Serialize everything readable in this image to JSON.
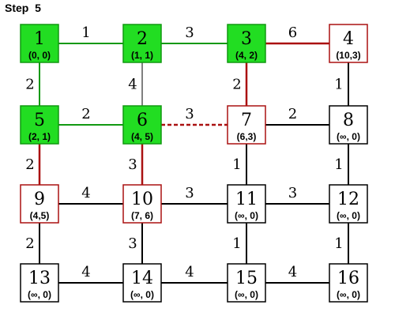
{
  "header": {
    "step_label": "Step  5"
  },
  "colors": {
    "visited_fill": "#22dd22",
    "visited_edge": "#119911",
    "frontier_border": "#aa1111",
    "tree_edge": "#119911",
    "frontier_edge": "#aa1111",
    "normal_edge": "#000000",
    "default_border": "#000000",
    "default_fill": "#ffffff"
  },
  "nodes": [
    {
      "id": "1",
      "label": "(0, 0)",
      "state": "visited"
    },
    {
      "id": "2",
      "label": "(1, 1)",
      "state": "visited"
    },
    {
      "id": "3",
      "label": "(4, 2)",
      "state": "visited"
    },
    {
      "id": "4",
      "label": "(10,3)",
      "state": "frontier"
    },
    {
      "id": "5",
      "label": "(2, 1)",
      "state": "visited"
    },
    {
      "id": "6",
      "label": "(4, 5)",
      "state": "visited"
    },
    {
      "id": "7",
      "label": "(6,3)",
      "state": "frontier"
    },
    {
      "id": "8",
      "label": "(∞, 0)",
      "state": "unvisited"
    },
    {
      "id": "9",
      "label": "(4,5)",
      "state": "frontier"
    },
    {
      "id": "10",
      "label": "(7, 6)",
      "state": "frontier"
    },
    {
      "id": "11",
      "label": "(∞, 0)",
      "state": "unvisited"
    },
    {
      "id": "12",
      "label": "(∞, 0)",
      "state": "unvisited"
    },
    {
      "id": "13",
      "label": "(∞, 0)",
      "state": "unvisited"
    },
    {
      "id": "14",
      "label": "(∞, 0)",
      "state": "unvisited"
    },
    {
      "id": "15",
      "label": "(∞, 0)",
      "state": "unvisited"
    },
    {
      "id": "16",
      "label": "(∞, 0)",
      "state": "unvisited"
    }
  ],
  "edges": [
    {
      "from": "1",
      "to": "2",
      "weight": "1",
      "style": "tree"
    },
    {
      "from": "2",
      "to": "3",
      "weight": "3",
      "style": "tree"
    },
    {
      "from": "3",
      "to": "4",
      "weight": "6",
      "style": "frontier"
    },
    {
      "from": "1",
      "to": "5",
      "weight": "2",
      "style": "tree"
    },
    {
      "from": "2",
      "to": "6",
      "weight": "4",
      "style": "plain"
    },
    {
      "from": "3",
      "to": "7",
      "weight": "2",
      "style": "frontier"
    },
    {
      "from": "4",
      "to": "8",
      "weight": "1",
      "style": "normal"
    },
    {
      "from": "5",
      "to": "6",
      "weight": "2",
      "style": "tree"
    },
    {
      "from": "6",
      "to": "7",
      "weight": "3",
      "style": "dashed"
    },
    {
      "from": "7",
      "to": "8",
      "weight": "2",
      "style": "normal"
    },
    {
      "from": "5",
      "to": "9",
      "weight": "2",
      "style": "frontier"
    },
    {
      "from": "6",
      "to": "10",
      "weight": "3",
      "style": "frontier"
    },
    {
      "from": "7",
      "to": "11",
      "weight": "1",
      "style": "normal"
    },
    {
      "from": "8",
      "to": "12",
      "weight": "1",
      "style": "normal"
    },
    {
      "from": "9",
      "to": "10",
      "weight": "4",
      "style": "normal"
    },
    {
      "from": "10",
      "to": "11",
      "weight": "3",
      "style": "normal"
    },
    {
      "from": "11",
      "to": "12",
      "weight": "3",
      "style": "normal"
    },
    {
      "from": "9",
      "to": "13",
      "weight": "2",
      "style": "normal"
    },
    {
      "from": "10",
      "to": "14",
      "weight": "3",
      "style": "normal"
    },
    {
      "from": "11",
      "to": "15",
      "weight": "1",
      "style": "normal"
    },
    {
      "from": "12",
      "to": "16",
      "weight": "1",
      "style": "normal"
    },
    {
      "from": "13",
      "to": "14",
      "weight": "4",
      "style": "normal"
    },
    {
      "from": "14",
      "to": "15",
      "weight": "4",
      "style": "normal"
    },
    {
      "from": "15",
      "to": "16",
      "weight": "4",
      "style": "normal"
    }
  ]
}
